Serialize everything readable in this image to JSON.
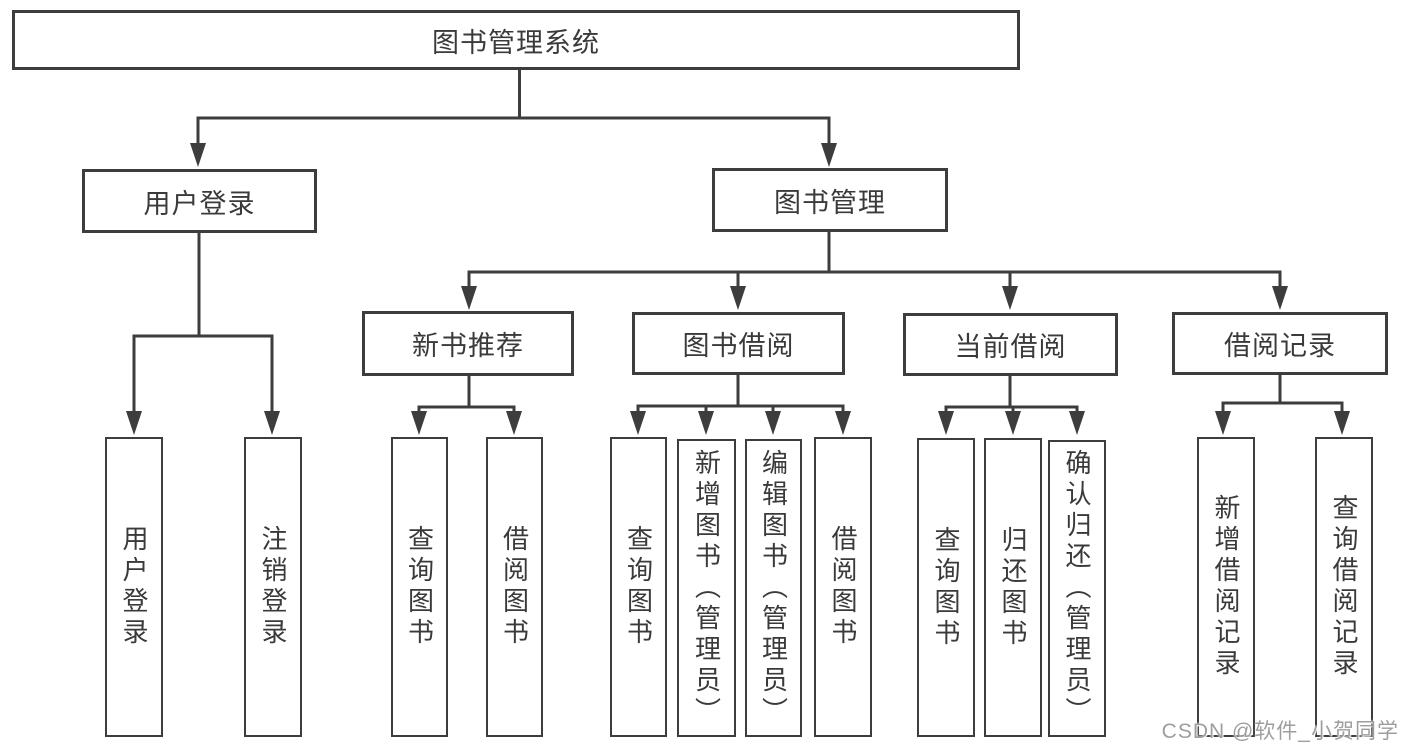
{
  "diagram_title": "图书管理系统",
  "colors": {
    "line": "#3d3d3d",
    "text": "#3a3a3a",
    "background": "#ffffff",
    "watermark": "#9e9e9e"
  },
  "tree": {
    "root": {
      "label": "图书管理系统"
    },
    "branches": [
      {
        "label": "用户登录",
        "children": [
          {
            "label": "用户登录"
          },
          {
            "label": "注销登录"
          }
        ]
      },
      {
        "label": "图书管理",
        "children": [
          {
            "label": "新书推荐",
            "children": [
              {
                "label": "查询图书"
              },
              {
                "label": "借阅图书"
              }
            ]
          },
          {
            "label": "图书借阅",
            "children": [
              {
                "label": "查询图书"
              },
              {
                "label": "新增图书（管理员）"
              },
              {
                "label": "编辑图书（管理员）"
              },
              {
                "label": "借阅图书"
              }
            ]
          },
          {
            "label": "当前借阅",
            "children": [
              {
                "label": "查询图书"
              },
              {
                "label": "归还图书"
              },
              {
                "label": "确认归还（管理员）"
              }
            ]
          },
          {
            "label": "借阅记录",
            "children": [
              {
                "label": "新增借阅记录"
              },
              {
                "label": "查询借阅记录"
              }
            ]
          }
        ]
      }
    ]
  },
  "watermark": {
    "text": "CSDN @软件_小贺同学"
  }
}
